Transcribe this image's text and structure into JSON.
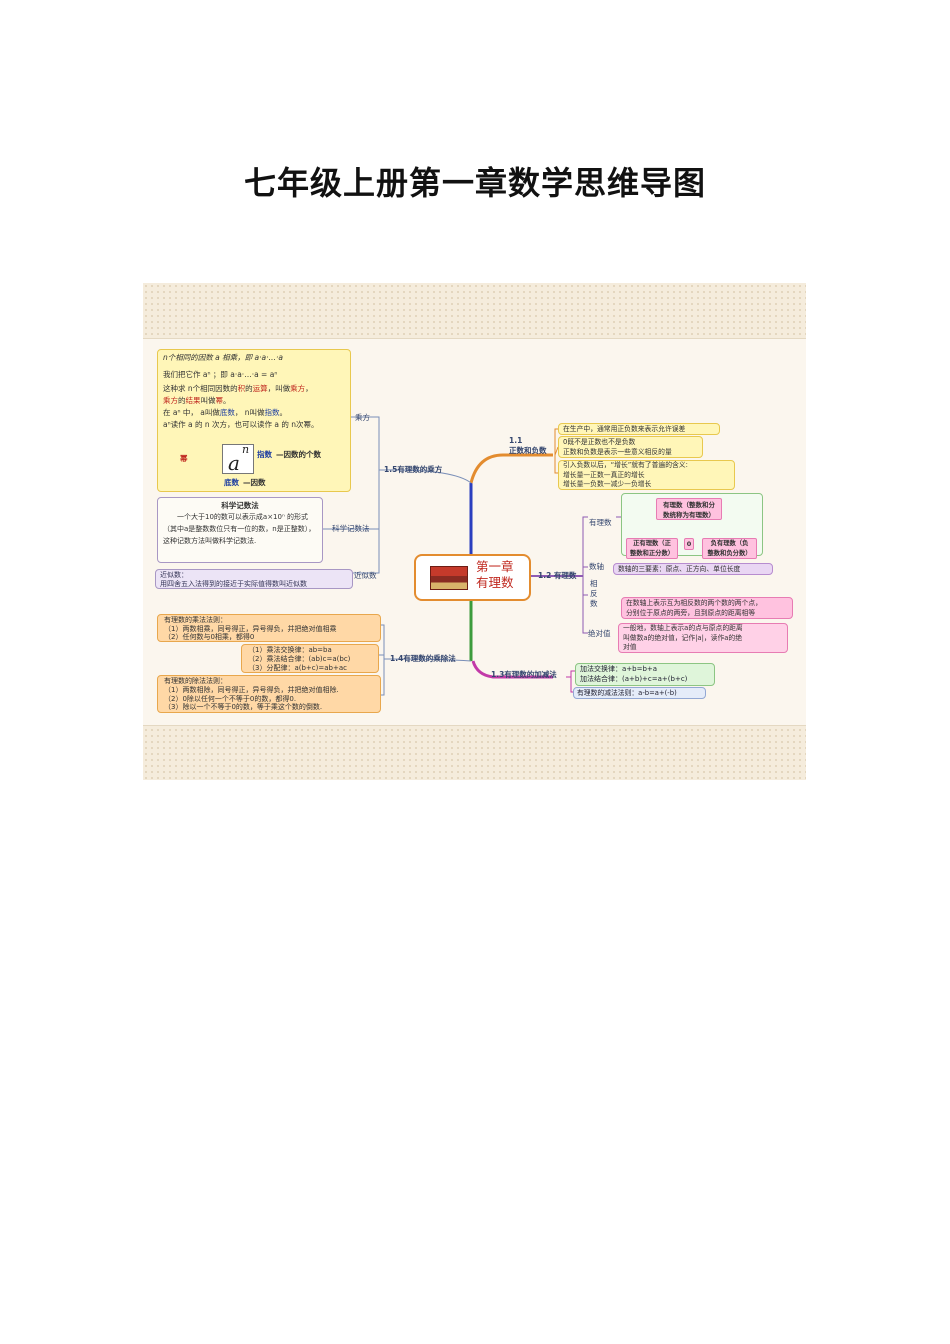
{
  "title": "七年级上册第一章数学思维导图",
  "center": {
    "line1": "第一章",
    "line2": "有理数"
  },
  "branches": {
    "b11": "1.1\n正数和负数",
    "b12": "1.2 有理数",
    "b13": "1.3有理数的加减法",
    "b14": "1.4有理数的乘除法",
    "b15": "1.5有理数的乘方"
  },
  "sub": {
    "chengfang": "乘方",
    "kexue": "科学记数法",
    "jinsi": "近似数",
    "youlishu": "有理数",
    "shuzhou": "数轴",
    "xiangfanshu": "相\n反\n数",
    "juedui": "绝对值"
  },
  "power_box": {
    "l1": "n个相同的因数 a 相乘，即 a·a·…·a",
    "l1_sub": "n",
    "l2": "我们把它作 aⁿ ；即 a·a·…·a = aⁿ",
    "l3a": "这种求 n个相同因数的",
    "l3b": "积",
    "l3c": "的",
    "l3d": "运算",
    "l3e": "，叫做",
    "l3f": "乘方",
    "l3g": "，",
    "l4a": "乘方",
    "l4b": "的",
    "l4c": "结果",
    "l4d": "叫做",
    "l4e": "幂",
    "l4f": "。",
    "l5a": "在 aⁿ 中， a叫做",
    "l5b": "底数",
    "l5c": "， n叫做",
    "l5d": "指数",
    "l5e": "。",
    "l6": "aⁿ读作 a 的 n 次方，也可以读作 a 的 n次幂。",
    "mi": "幂",
    "a": "a",
    "n": "n",
    "zhishu": "指数",
    "zhishu_tail": "—因数的个数",
    "dishu": "底数",
    "dishu_tail": "—因数"
  },
  "sci_box": {
    "title": "科学记数法",
    "text": "一个大于10的数可以表示成a×10ⁿ 的形式（其中a是整数数位只有一位的数，n是正整数），这种记数方法叫做科学记数法."
  },
  "approx_box": {
    "l1": "近似数：",
    "l2": "用四舍五入法得到的接近于实际值得数叫近似数"
  },
  "mul_rule_box": {
    "l1": "有理数的乘法法则：",
    "l2": "（1）两数相乘，同号得正，异号得负，并把绝对值相乘",
    "l3": "（2）任何数与0相乘，都得0"
  },
  "mul_law_box": {
    "l1": "（1）乘法交换律：ab=ba",
    "l2": "（2）乘法结合律：(ab)c=a(bc)",
    "l3": "（3）分配律：a(b+c)=ab+ac"
  },
  "div_rule_box": {
    "l1": "有理数的除法法则：",
    "l2": "（1）两数相除，同号得正，异号得负，并把绝对值相除.",
    "l3": "（2）0除以任何一个不等于0的数，都得0.",
    "l4": "（3）除以一个不等于0的数，等于乘这个数的倒数."
  },
  "b11_boxes": {
    "a": "在生产中，通常用正负数来表示允许误差",
    "b1": "0既不是正数也不是负数",
    "b2": "正数和负数是表示一些意义相反的量",
    "c1": "引入负数以后，“增长”就有了普遍的含义:",
    "c2": "增长量—正数—真正的增长",
    "c3": "增长量—负数—减少—负增长"
  },
  "youlishu_tree": {
    "root1": "有理数（整数和分",
    "root2": "数统称为有理数）",
    "left1": "正有理数（正",
    "left2": "整数和正分数）",
    "mid": "0",
    "right1": "负有理数（负",
    "right2": "整数和负分数）"
  },
  "shuzhou_box": "数轴的三要素：原点、正方向、单位长度",
  "xiangfan_box": {
    "l1": "在数轴上表示互为相反数的两个数的两个点，",
    "l2": "分别位于原点的两旁，且到原点的距离相等"
  },
  "juedui_box": {
    "l1": "一般地，数轴上表示a的点与原点的距离",
    "l2": "叫做数a的绝对值，记作|a|，读作a的绝",
    "l3": "对值"
  },
  "add_box": {
    "l1": "加法交换律：a+b=b+a",
    "l2": "加法结合律：(a+b)+c=a+(b+c)"
  },
  "sub_box": "有理数的减法法则：a-b=a+(-b)",
  "colors": {
    "orange": "#e38c2f",
    "blue": "#2a3fbf",
    "green": "#3c9b3c",
    "magenta": "#c23aa8",
    "purple": "#8e5bb3"
  }
}
